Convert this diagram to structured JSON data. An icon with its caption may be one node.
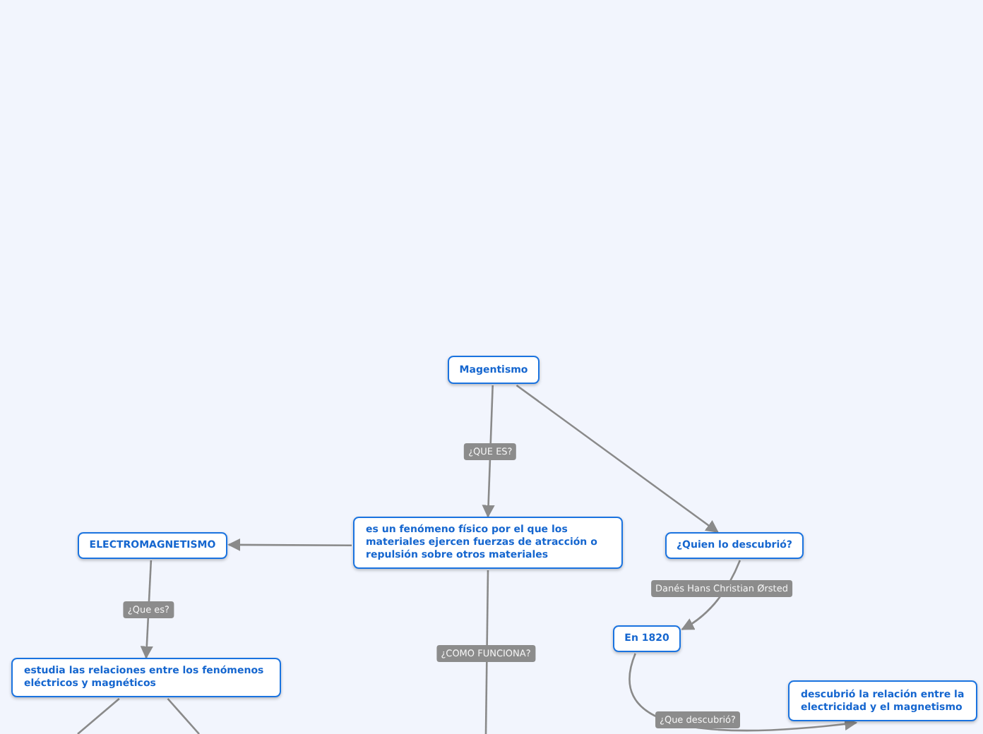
{
  "diagram": {
    "nodes": [
      {
        "text": [
          "Magentismo"
        ]
      },
      {
        "text": [
          "es un fenómeno físico por el que los materiales ejercen fuerzas de atracción o repulsión sobre otros materiales"
        ]
      },
      {
        "text": [
          "ELECTROMAGNETISMO"
        ]
      },
      {
        "text": [
          "estudia las relaciones entre los fenómenos eléctricos y magnéticos"
        ]
      },
      {
        "text": [
          "¿Quien lo descubrió?"
        ]
      },
      {
        "text": [
          "En 1820"
        ]
      },
      {
        "text": [
          "descubrió la relación entre la electricidad y el magnetismo"
        ]
      }
    ],
    "edges": [
      {
        "from": 0,
        "to": 1,
        "arrow": "to",
        "label": "¿QUE ES?"
      },
      {
        "from": 0,
        "to": 4,
        "arrow": "to"
      },
      {
        "from": 1,
        "to": 2,
        "arrow": "to"
      },
      {
        "from": 2,
        "to": 3,
        "arrow": "to",
        "label": "¿Que es?"
      },
      {
        "from": 4,
        "to": 5,
        "arrow": "to",
        "label": "Danés Hans Christian Ørsted"
      },
      {
        "from": 5,
        "to": 6,
        "arrow": "to",
        "label": "¿Que descubrió?"
      },
      {
        "from": 1,
        "to": null,
        "arrow": "none",
        "label": "¿COMO FUNCIONA?"
      },
      {
        "from": 3,
        "to": null,
        "arrow": "none"
      },
      {
        "from": 3,
        "to": null,
        "arrow": "none"
      }
    ]
  }
}
